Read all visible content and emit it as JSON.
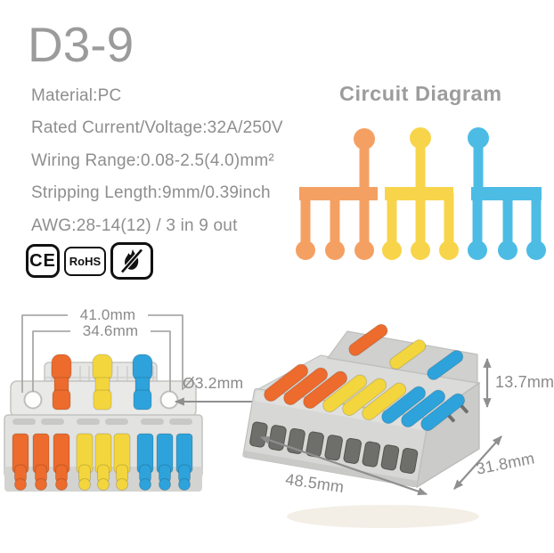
{
  "title": "D3-9",
  "specs": {
    "material": "Material:PC",
    "rated": "Rated Current/Voltage:32A/250V",
    "wiring": "Wiring Range:0.08-2.5(4.0)mm²",
    "stripping": "Stripping Length:9mm/0.39inch",
    "awg": "AWG:28-14(12) / 3 in 9 out"
  },
  "certifications": {
    "ce": "CE",
    "rohs": "RoHS",
    "flame_icon": "no-open-flame-icon"
  },
  "circuit": {
    "heading": "Circuit Diagram",
    "inputs": 3,
    "outputs": 9
  },
  "dimensions": {
    "outer_width": "41.0mm",
    "inner_width": "34.6mm",
    "hole_diameter": "Ø3.2mm",
    "height": "13.7mm",
    "length": "48.5mm",
    "depth": "31.8mm"
  },
  "colors": {
    "circuit_orange": "#F5A063",
    "circuit_yellow": "#F8D44B",
    "circuit_blue": "#4DBCE5",
    "lever_orange": "#EC6B2D",
    "lever_yellow": "#F3D63E",
    "lever_blue": "#2EA2DB",
    "text_gray": "#8E8E8E"
  }
}
